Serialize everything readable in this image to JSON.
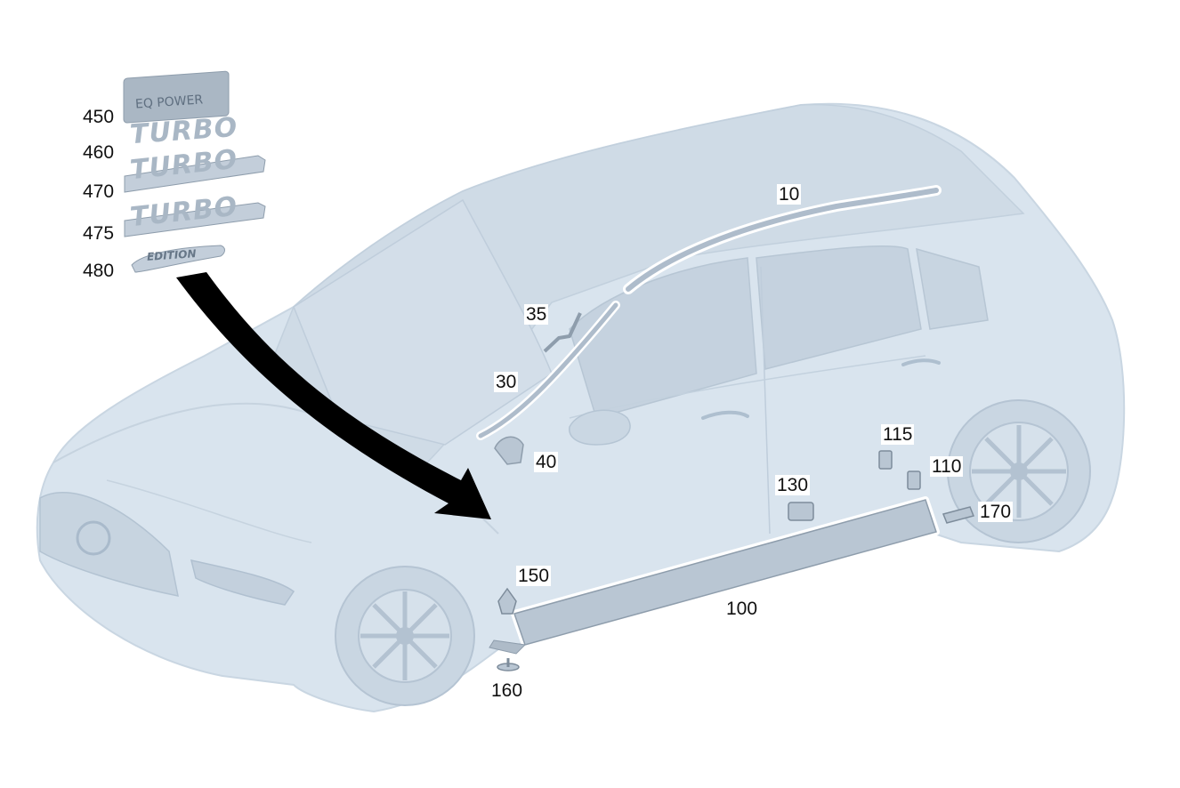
{
  "colors": {
    "car_body": "#d9e4ee",
    "car_shadow": "#c7d5e2",
    "car_edge": "#bccbd9",
    "part_fill": "#b9c6d3",
    "part_edge": "#8e9dac",
    "highlight": "#ffffff",
    "arrow": "#000000",
    "label_text": "#111111"
  },
  "badges": [
    {
      "number": "450",
      "text": "EQ POWER",
      "icon": "eq-power-badge-icon"
    },
    {
      "number": "460",
      "text": "TURBO",
      "icon": "turbo-badge-icon"
    },
    {
      "number": "470",
      "text": "TURBO",
      "icon": "turbo-4matic-badge-icon"
    },
    {
      "number": "475",
      "text": "TURBO",
      "icon": "turbo-4matic-badge-icon"
    },
    {
      "number": "480",
      "text": "EDITION",
      "icon": "edition-badge-icon"
    }
  ],
  "parts": [
    {
      "number": "10",
      "icon": "roof-molding-icon"
    },
    {
      "number": "35",
      "icon": "clip-strip-icon"
    },
    {
      "number": "30",
      "icon": "a-pillar-trim-icon"
    },
    {
      "number": "40",
      "icon": "mirror-cover-icon"
    },
    {
      "number": "115",
      "icon": "clip-icon"
    },
    {
      "number": "110",
      "icon": "clip-icon"
    },
    {
      "number": "130",
      "icon": "bracket-icon"
    },
    {
      "number": "170",
      "icon": "end-cap-icon"
    },
    {
      "number": "150",
      "icon": "clip-icon"
    },
    {
      "number": "100",
      "icon": "side-skirt-icon"
    },
    {
      "number": "160",
      "icon": "rivet-icon"
    }
  ]
}
